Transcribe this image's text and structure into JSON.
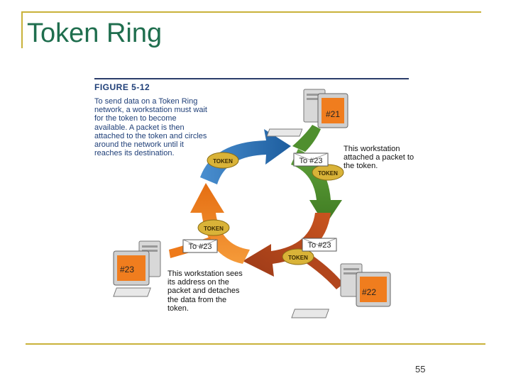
{
  "slide": {
    "title": "Token Ring",
    "page_number": "55"
  },
  "figure": {
    "label": "FIGURE 5-12",
    "description": "To send data on a Token Ring network, a workstation must wait for the token to become available. A packet is then attached to the token and circles around the network until it reaches its destination."
  },
  "workstations": [
    {
      "id_label": "#21",
      "callout": "This workstation attached a packet to the token."
    },
    {
      "id_label": "#22",
      "callout": ""
    },
    {
      "id_label": "#23",
      "callout": "This workstation sees its address on the packet and detaches the data from the token."
    }
  ],
  "tokens": [
    "TOKEN",
    "TOKEN",
    "TOKEN",
    "TOKEN"
  ],
  "packets": [
    "To #23",
    "To #23",
    "To #23"
  ],
  "colors": {
    "title": "#1f6e4e",
    "frame": "#c9b23a",
    "figure_text": "#1f3f78",
    "arrow_blue": "#2a6fb0",
    "arrow_green": "#4f8f2e",
    "arrow_red": "#b2461d",
    "arrow_orange": "#ee7a1a",
    "token": "#d9b338",
    "monitor": "#f07d1e"
  }
}
